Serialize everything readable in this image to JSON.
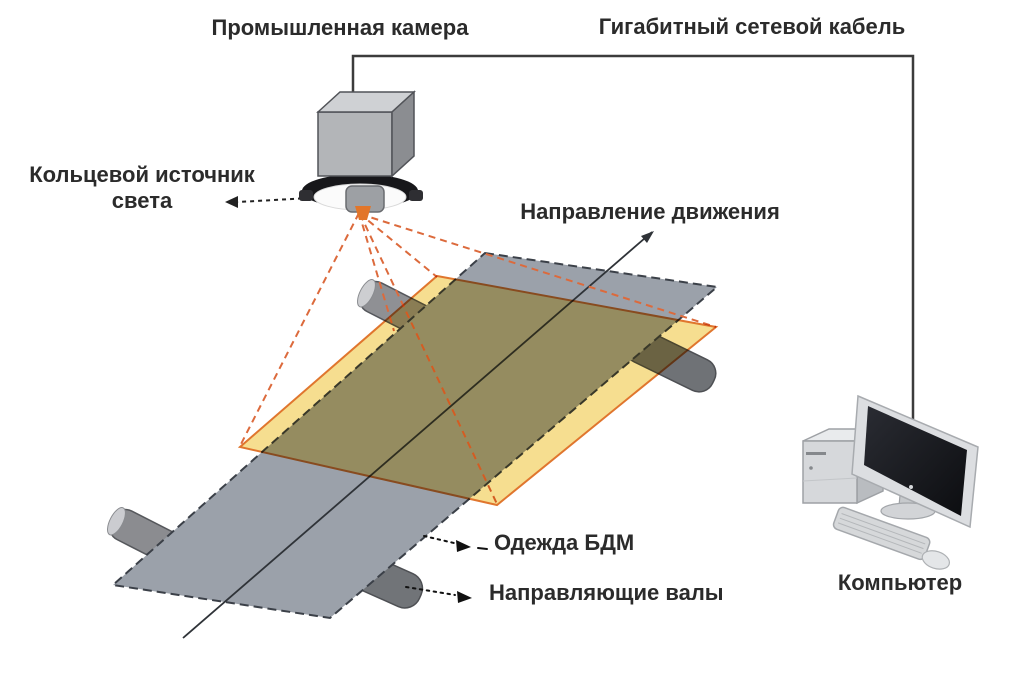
{
  "diagram": {
    "labels": {
      "camera": "Промышленная камера",
      "network_cable": "Гигабитный сетевой кабель",
      "ring_light": "Кольцевой источник света",
      "direction": "Направление движения",
      "machine_clothing": "Одежда БДМ",
      "guide_rolls": "Направляющие валы",
      "computer": "Компьютер"
    },
    "colors": {
      "belt": "#9ba1aa",
      "illuminated_area": "#f5d87c",
      "illuminated_border": "#e0762e",
      "light_rays": "#dc6a3c",
      "cable": "#3c3c3c",
      "ring_light": "#17171a",
      "camera_body": "#b3b5b8",
      "label_text": "#2b2b2b"
    }
  }
}
